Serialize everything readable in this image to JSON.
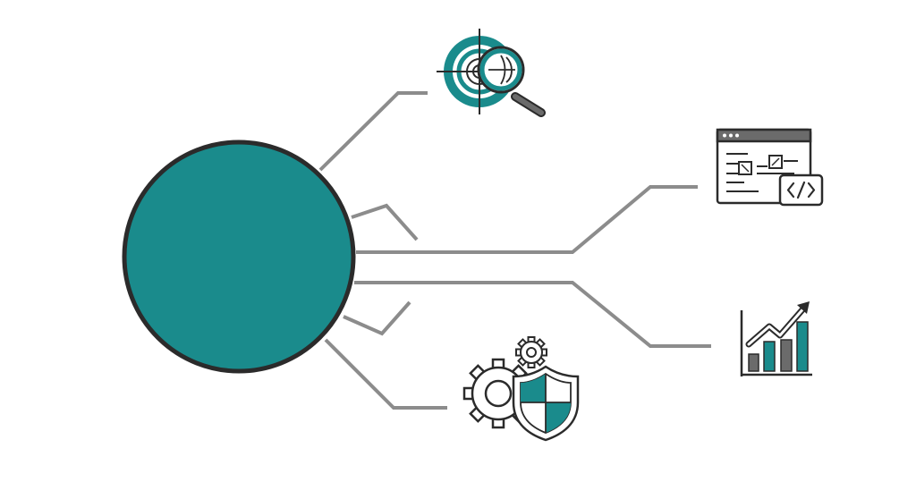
{
  "diagram": {
    "kind": "hub-and-spoke",
    "colors": {
      "hub_fill": "#1a8b8c",
      "hub_stroke": "#2b2b2b",
      "connector": "#8c8c8c",
      "icon_accent": "#1a8b8c",
      "icon_line": "#2b2b2b",
      "icon_grey": "#6b6b6b"
    },
    "hub": {
      "name": "central-circle"
    },
    "spokes": [
      {
        "name": "target-search",
        "icon": "target-magnifier-icon"
      },
      {
        "name": "web-code",
        "icon": "browser-code-icon"
      },
      {
        "name": "growth-analytics",
        "icon": "bar-chart-growth-icon"
      },
      {
        "name": "settings-security",
        "icon": "gear-shield-icon"
      }
    ]
  }
}
